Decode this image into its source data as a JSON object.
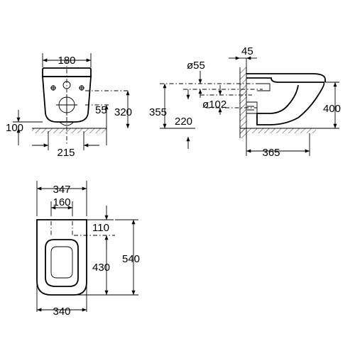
{
  "front_view": {
    "width_top": "180",
    "pipe_height": "55",
    "height_320": "320",
    "floor_gap": "100",
    "bracket_width": "215"
  },
  "side_view": {
    "wall_offset": "45",
    "inlet_diameter": "ø55",
    "outlet_diameter": "ø102",
    "height_355": "355",
    "height_220": "220",
    "total_height": "400",
    "projection": "365"
  },
  "top_view": {
    "overall_width": "347",
    "fixing_spacing": "160",
    "fixing_offset": "110",
    "seat_length": "430",
    "total_length": "540",
    "bottom_width": "340"
  },
  "colors": {
    "line": "#000000",
    "background": "#ffffff"
  }
}
